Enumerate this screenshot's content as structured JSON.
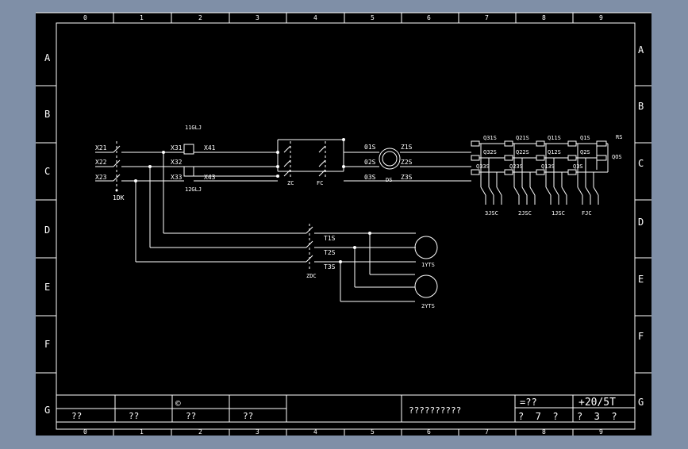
{
  "colors": {
    "background": "#7f8fa7",
    "sheet": "#000000",
    "line": "#ffffff"
  },
  "frame": {
    "columns": [
      "0",
      "1",
      "2",
      "3",
      "4",
      "5",
      "6",
      "7",
      "8",
      "9"
    ],
    "rows": [
      "A",
      "B",
      "C",
      "D",
      "E",
      "F",
      "G"
    ]
  },
  "terminals": {
    "input": [
      "X21",
      "X22",
      "X23"
    ],
    "relay_in": [
      "X31",
      "X32",
      "X33"
    ],
    "relay_out": [
      "X41",
      "X43"
    ],
    "relays": [
      "11GLJ",
      "12GLJ"
    ],
    "main_switch": "1DK",
    "contactors": [
      "ZC",
      "FC"
    ],
    "motor_in": [
      "01S",
      "02S",
      "03S"
    ],
    "motor_out": [
      "Z1S",
      "Z2S",
      "Z3S"
    ],
    "motor": "DS",
    "branch_top": [
      "Q31S",
      "Q21S",
      "Q11S",
      "Q1S"
    ],
    "branch_mid": [
      "Q32S",
      "Q22S",
      "Q12S",
      "Q2S"
    ],
    "branch_bot": [
      "Q33S",
      "Q23S",
      "Q13S",
      "Q3S"
    ],
    "right_labels": [
      "RS",
      "QOS"
    ],
    "group_switches": [
      "3JSC",
      "2JSC",
      "1JSC",
      "FJC"
    ],
    "lower_terminals": [
      "T1S",
      "T2S",
      "T3S"
    ],
    "lower_switch": "ZDC",
    "transformers": [
      "1YTS",
      "2YTS"
    ]
  },
  "title_block": {
    "copyright": "©",
    "cells": [
      "??",
      "??",
      "??",
      "??"
    ],
    "drawing_title": "??????????",
    "equals_label": "=??",
    "code": "+20/5T",
    "sheet_info": "?  7  ?",
    "page_info": "?  3  ?"
  }
}
